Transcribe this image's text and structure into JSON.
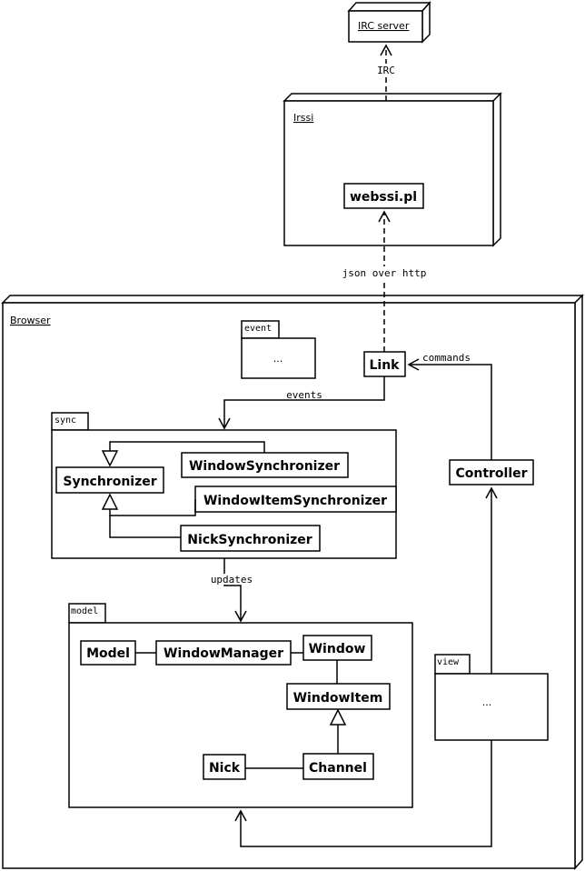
{
  "nodes": {
    "irc_server": "IRC server",
    "irssi": "Irssi",
    "browser": "Browser"
  },
  "packages": {
    "event": {
      "tab": "event",
      "body": "..."
    },
    "sync": {
      "tab": "sync"
    },
    "model": {
      "tab": "model"
    },
    "view": {
      "tab": "view",
      "body": "..."
    }
  },
  "classes": {
    "webssi": "webssi.pl",
    "link": "Link",
    "controller": "Controller",
    "synchronizer": "Synchronizer",
    "window_synchronizer": "WindowSynchronizer",
    "window_item_synchronizer": "WindowItemSynchronizer",
    "nick_synchronizer": "NickSynchronizer",
    "model": "Model",
    "window_manager": "WindowManager",
    "window": "Window",
    "window_item": "WindowItem",
    "nick": "Nick",
    "channel": "Channel"
  },
  "edges": {
    "irc": "IRC",
    "json_over_http": "json over http",
    "commands": "commands",
    "events": "events",
    "updates": "updates"
  }
}
